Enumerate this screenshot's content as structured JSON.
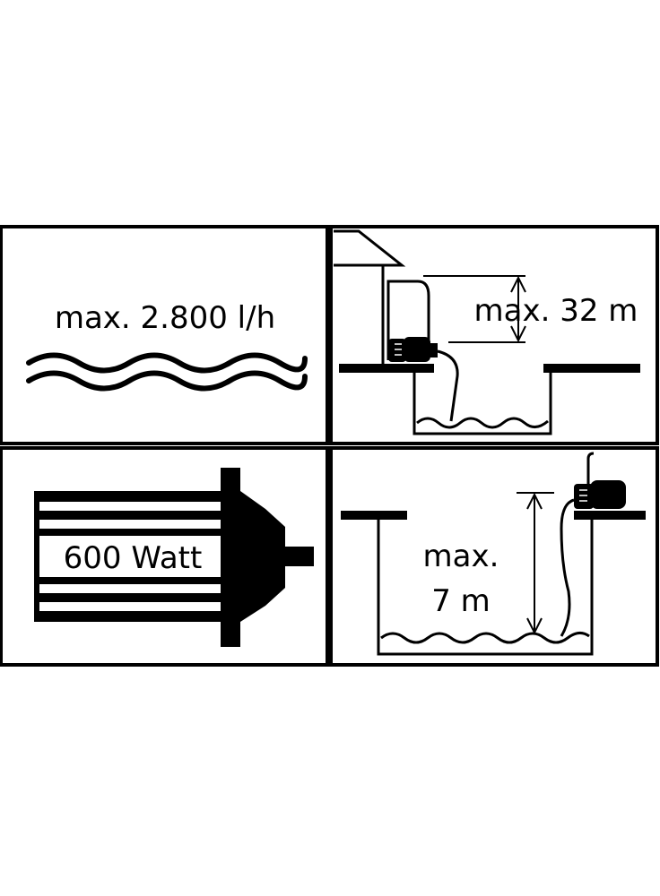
{
  "panels": {
    "flow": {
      "text": "max. 2.800 l/h",
      "icon": "water-waves-icon"
    },
    "head": {
      "text": "max. 32 m",
      "icon": "delivery-height-icon"
    },
    "power": {
      "text": "600 Watt",
      "icon": "motor-icon"
    },
    "suction": {
      "line1": "max.",
      "line2": "7 m",
      "icon": "suction-depth-icon"
    }
  },
  "colors": {
    "ink": "#000000",
    "paper": "#ffffff"
  }
}
